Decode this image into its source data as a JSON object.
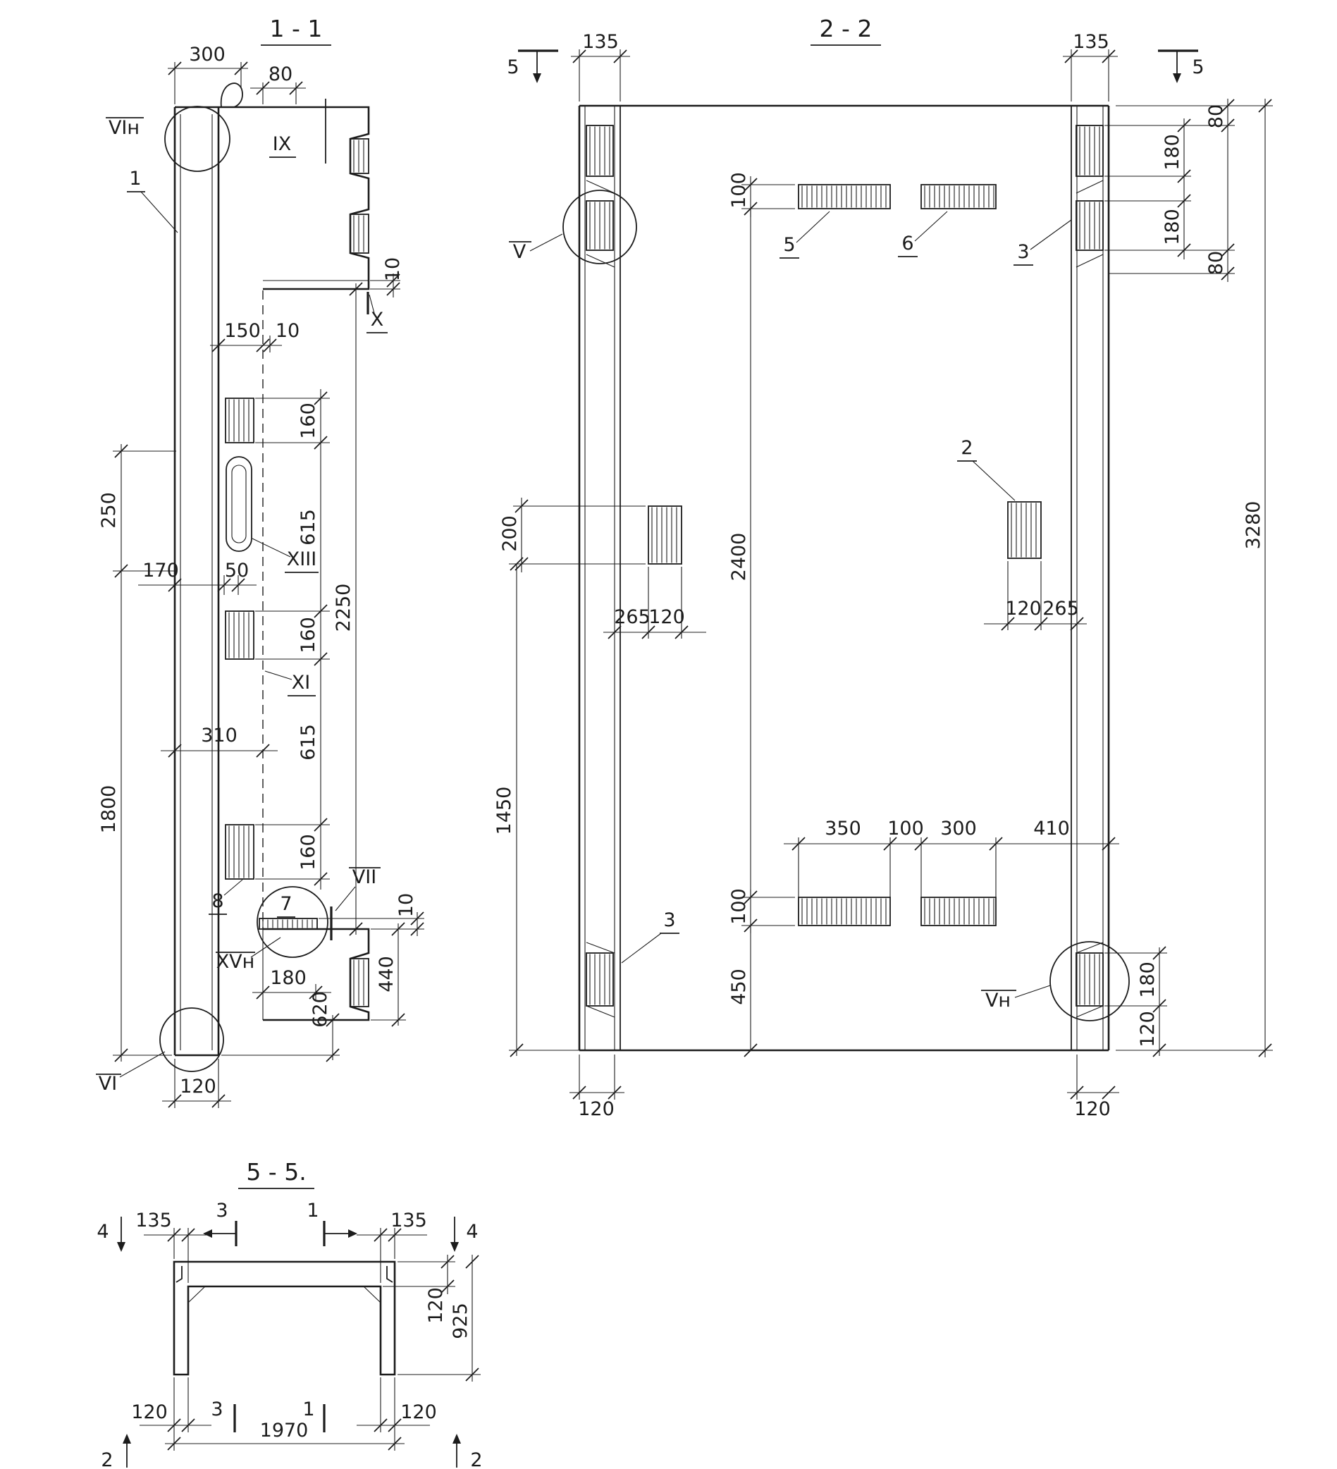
{
  "page": {
    "background": "#ffffff",
    "ink": "#1c1c1c",
    "kind": "reinforced-concrete panel working drawing, GOST style sections"
  },
  "section_1_1": {
    "title": "1 - 1",
    "dims": {
      "d300": "300",
      "d80": "80",
      "d10": "10",
      "d150": "150",
      "d250": "250",
      "d160": "160",
      "d615": "615",
      "d2250": "2250",
      "d170": "170",
      "d50": "50",
      "d310": "310",
      "d1800": "1800",
      "d180": "180",
      "d440": "440",
      "d620": "620",
      "d120": "120"
    },
    "views": {
      "vi_n": "VIн",
      "ix": "IX",
      "x": "X",
      "xiii": "XIII",
      "xi": "XI",
      "vii": "VII",
      "xv_n": "XVн",
      "vi": "VI"
    },
    "items": {
      "n1": "1",
      "n7": "7",
      "n8": "8"
    }
  },
  "section_2_2": {
    "title": "2 - 2",
    "marker": "5",
    "dims": {
      "d135": "135",
      "d100": "100",
      "d80": "80",
      "d180": "180",
      "d3280": "3280",
      "d200": "200",
      "d2400": "2400",
      "d265": "265",
      "d120": "120",
      "d1450": "1450",
      "d350": "350",
      "d300": "300",
      "d410": "410",
      "d450": "450"
    },
    "views": {
      "v": "V",
      "v_n": "Vн"
    },
    "items": {
      "n2": "2",
      "n3": "3",
      "n5": "5",
      "n6": "6"
    }
  },
  "section_5_5": {
    "title": "5 - 5.",
    "markers": {
      "m4": "4",
      "m2": "2"
    },
    "cuts": {
      "c3": "3",
      "c1": "1"
    },
    "dims": {
      "d135": "135",
      "d120": "120",
      "d925": "925",
      "d1970": "1970"
    }
  }
}
